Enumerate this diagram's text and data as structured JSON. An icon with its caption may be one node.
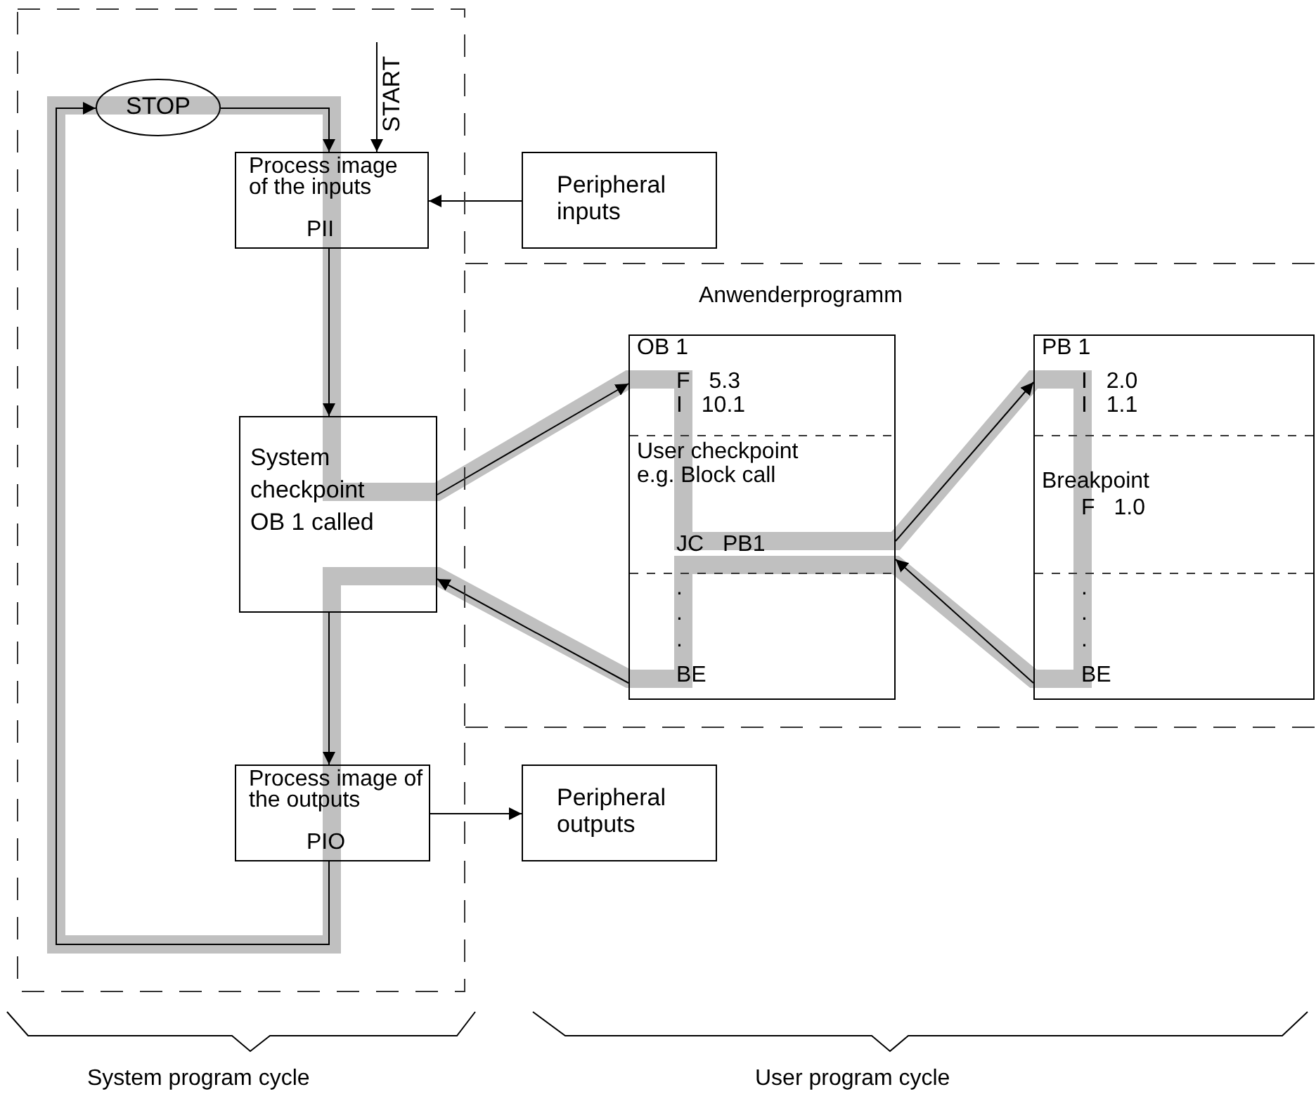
{
  "diagram": {
    "nodes": [
      {
        "text": [],
        "shape": "box"
      },
      {
        "text": [
          "STOP"
        ],
        "in": 0
      },
      {
        "text": [
          "START"
        ],
        "in": 0
      },
      {
        "text": [
          "Process image of the inputs",
          "PII"
        ],
        "in": 0
      },
      {
        "text": [
          "Peripheral inputs"
        ]
      },
      {
        "text": [
          "Anwenderprogramm"
        ]
      },
      {
        "text": [
          "System checkpoint OB 1 called"
        ],
        "in": 0
      },
      {
        "text": [
          "OB 1",
          "F 5.3",
          "I 10.1",
          "User checkpoint e.g. Block call",
          "JC PB1",
          ".",
          ".",
          ".",
          "BE"
        ],
        "in": 5
      },
      {
        "text": [
          "PB 1",
          "I 2.0",
          "I 1.1",
          "Breakpoint",
          "F 1.0",
          ".",
          ".",
          ".",
          "BE"
        ],
        "in": 5
      },
      {
        "text": [
          "Process image of the outputs",
          "PIO"
        ],
        "in": 0
      },
      {
        "text": [
          "Peripheral outputs"
        ]
      }
    ],
    "edges": [
      {
        "from": 1,
        "to": 3,
        "arrow": "to"
      },
      {
        "from": 2,
        "to": 3,
        "arrow": "to"
      },
      {
        "from": 4,
        "to": 3,
        "arrow": "to"
      },
      {
        "from": 3,
        "to": 6,
        "arrow": "to"
      },
      {
        "from": 6,
        "to": 7,
        "arrow": "to"
      },
      {
        "from": 7,
        "to": 6,
        "arrow": "to"
      },
      {
        "from": 7,
        "to": 8,
        "arrow": "to"
      },
      {
        "from": 8,
        "to": 7,
        "arrow": "to"
      },
      {
        "from": 6,
        "to": 9,
        "arrow": "to"
      },
      {
        "from": 9,
        "to": 10,
        "arrow": "to"
      },
      {
        "from": 9,
        "to": 1,
        "arrow": "to"
      }
    ],
    "labels": [
      "System program cycle",
      "User program cycle"
    ]
  }
}
